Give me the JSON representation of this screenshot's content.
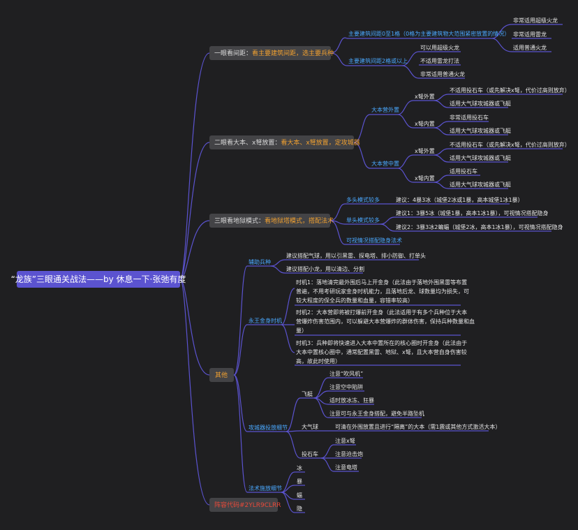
{
  "root": {
    "label": "“龙族”三眼通关战法——by 休息一下·张弛有度"
  },
  "branches": [
    {
      "lead": "一眼看间距：",
      "rest": "看主要建筑间距，选主要兵种"
    },
    {
      "lead": "二眼看大本、x弩放置：",
      "rest": "看大本、x弩放置，定攻城器"
    },
    {
      "lead": "三眼看地狱模式：",
      "rest": "看地狱塔模式，搭配法术"
    },
    {
      "lead": "",
      "rest": "其他"
    },
    {
      "lead": "",
      "rest": "阵容代码#2YLR9CLRR"
    }
  ],
  "b1": {
    "s1": "主要建筑间距0至1格（0格为主要建筑物大范围紧密放置的情况）",
    "s1_leaves": [
      "非常适用超级火龙",
      "非常适用雷龙",
      "适用普通火龙"
    ],
    "s2": "主要建筑间距2格或以上",
    "s2_leaves": [
      "可以用超级火龙",
      "不适用雷龙打法",
      "非常适用普通火龙"
    ]
  },
  "b2": {
    "outside": "大本营外置",
    "middle": "大本营中置",
    "xb_out": "x弩外置",
    "xb_in": "x弩内置",
    "leaves": [
      "不适用投石车（或先解决x弩，代价过高则放弃）",
      "适用大气球攻城器或飞艇",
      "非常适用投石车",
      "适用大气球攻城器或飞艇",
      "不适用投石车（或先解决x弩，代价过高则放弃）",
      "适用大气球攻城器或飞艇",
      "适用投石车",
      "适用大气球攻城器或飞艇"
    ]
  },
  "b3": {
    "multi": "多头模式较多",
    "single": "单头模式较多",
    "visible": "可视情况搭配隐身法术",
    "multi_leaf": "建议：4暴3冰（城堡2冰或1暴，高本城堡1冰1暴）",
    "single_leaf1": "建议1：3暴5冰（城堡1暴，高本1冰1暴），可视情况搭配隐身",
    "single_leaf2": "建议2：3暴3冰2蝙蝠（城堡2冰，高本1冰1暴），可视情况搭配隐身"
  },
  "b4": {
    "aux": "辅助兵种",
    "aux_leaves": [
      "建议搭配气球，用以引黑雷、探电塔、排小防御、打单头",
      "建议搭配小龙，用以清边、分割"
    ],
    "timing": "永王金身时机",
    "timing1": [
      "时机1：落地清完最外围后马上开金身（此法由于落地外围黑雷等布置",
      "普遍，不用考研玩家金身时机能力，且落地后龙、球数量均为损失，可",
      "较大程度的保全兵的数量和血量，容错率较高）"
    ],
    "timing2": [
      "时机2：大本营即将被打爆前开金身（此法适用于有多个兵种位于大本",
      "营爆炸伤害范围内，可以躲避大本营爆炸的群体伤害，保持兵种数量和血",
      "量）"
    ],
    "timing3": [
      "时机3：兵种即将快速进入大本中置所在的核心圈时开金身（此法由于",
      "大本中置核心圈中，通常配置黑雷、地狱、x弩，且大本营自身伤害较",
      "高，故此时使用）"
    ],
    "siege": "攻城器投放细节",
    "airship": "飞艇",
    "airship_leaves": [
      "注意“吹风机”",
      "注意空中陷阱",
      "适时放冰冻、狂暴",
      "注意可与永王金身搭配，避免半路坠机"
    ],
    "balloon": "大气球",
    "balloon_leaf": "可清在外围放置且进行“隔离”的大本（需1震或其他方式激活大本）",
    "stone": "投石车",
    "stone_leaves": [
      "注意x弩",
      "注意迫击炮",
      "注意电塔"
    ],
    "spell": "法术施放细节",
    "spell_leaves": [
      "冰",
      "暴",
      "蝠",
      "隐"
    ]
  }
}
